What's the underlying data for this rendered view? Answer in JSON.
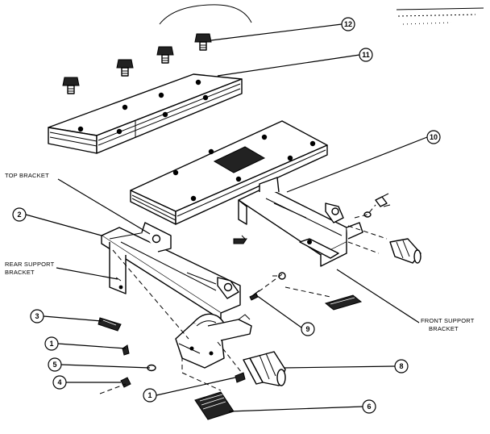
{
  "labels": {
    "top_bracket": "TOP BRACKET",
    "rear_support_line1": "REAR SUPPORT",
    "rear_support_line2": "BRACKET",
    "front_support_line1": "FRONT SUPPORT",
    "front_support_line2": "BRACKET"
  },
  "callouts": {
    "c1a": "1",
    "c1b": "1",
    "c2": "2",
    "c3": "3",
    "c4": "4",
    "c5": "5",
    "c6": "6",
    "c8": "8",
    "c9": "9",
    "c10": "10",
    "c11": "11",
    "c12": "12"
  },
  "colors": {
    "ink": "#000000",
    "paper": "#ffffff"
  }
}
